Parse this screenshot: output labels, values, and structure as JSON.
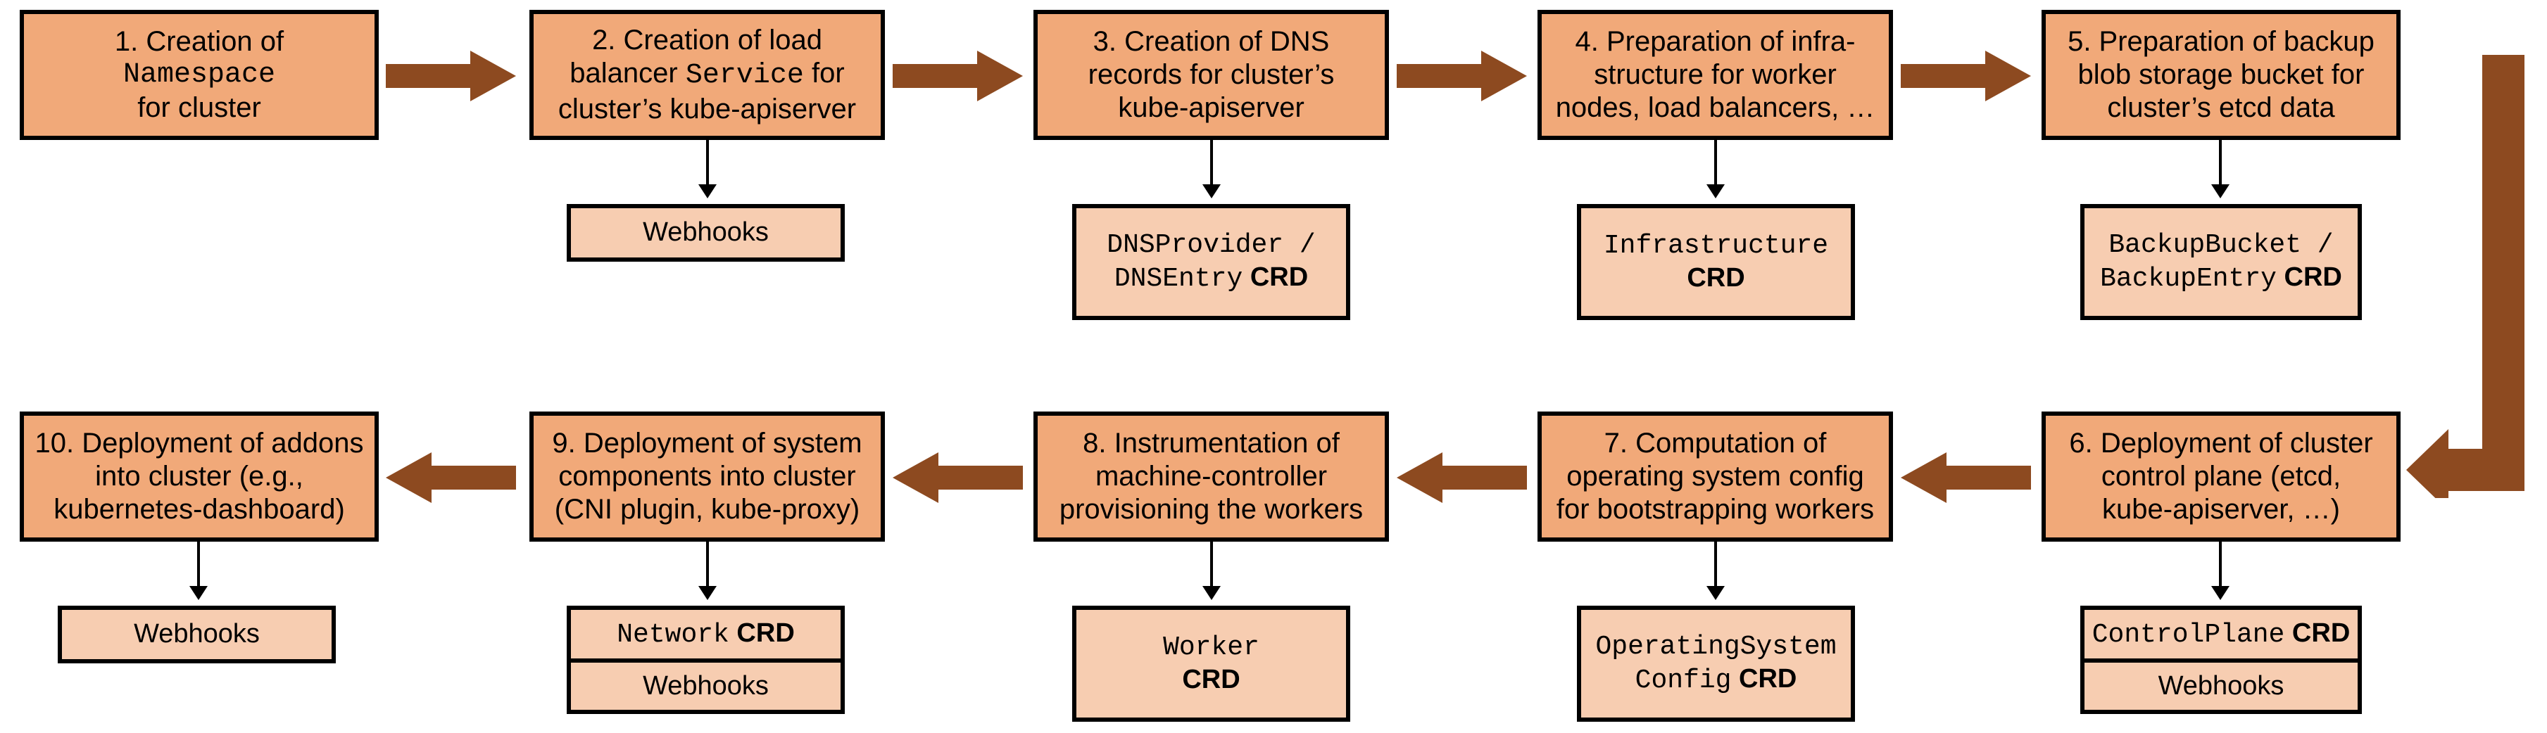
{
  "diagram": {
    "title": "Gardener cluster reconciliation flow",
    "colors": {
      "step_fill": "#F1A979",
      "artifact_fill": "#F7CDB1",
      "arrow": "#8D4A20",
      "outline": "#000000",
      "background": "#FFFFFF"
    },
    "steps": [
      {
        "id": "step-1",
        "number": "1.",
        "lines": [
          {
            "text": "1. Creation of",
            "style": "sans"
          },
          {
            "text": "Namespace",
            "style": "mono"
          },
          {
            "text": "for cluster",
            "style": "sans"
          }
        ],
        "artifacts": []
      },
      {
        "id": "step-2",
        "number": "2.",
        "lines": [
          {
            "text": "2. Creation of load",
            "style": "sans"
          },
          {
            "text": "balancer Service for",
            "style": "mixed"
          },
          {
            "text": "cluster’s kube-apiserver",
            "style": "sans"
          }
        ],
        "artifacts": [
          {
            "cells": [
              {
                "lines": [
                  {
                    "text": "Webhooks",
                    "style": "sans"
                  }
                ]
              }
            ]
          }
        ]
      },
      {
        "id": "step-3",
        "number": "3.",
        "lines": [
          {
            "text": "3. Creation of DNS",
            "style": "sans"
          },
          {
            "text": "records for cluster’s",
            "style": "sans"
          },
          {
            "text": "kube-apiserver",
            "style": "sans"
          }
        ],
        "artifacts": [
          {
            "cells": [
              {
                "lines": [
                  {
                    "text": "DNSProvider /",
                    "style": "mono"
                  },
                  {
                    "text": "DNSEntry CRD",
                    "style": "mono-crd"
                  }
                ]
              }
            ]
          }
        ]
      },
      {
        "id": "step-4",
        "number": "4.",
        "lines": [
          {
            "text": "4. Preparation of infra-",
            "style": "sans"
          },
          {
            "text": "structure for worker",
            "style": "sans"
          },
          {
            "text": "nodes, load balancers, …",
            "style": "sans"
          }
        ],
        "artifacts": [
          {
            "cells": [
              {
                "lines": [
                  {
                    "text": "Infrastructure",
                    "style": "mono"
                  },
                  {
                    "text": "CRD",
                    "style": "bold"
                  }
                ]
              }
            ]
          }
        ]
      },
      {
        "id": "step-5",
        "number": "5.",
        "lines": [
          {
            "text": "5. Preparation of backup",
            "style": "sans"
          },
          {
            "text": "blob storage bucket for",
            "style": "sans"
          },
          {
            "text": "cluster’s etcd data",
            "style": "sans"
          }
        ],
        "artifacts": [
          {
            "cells": [
              {
                "lines": [
                  {
                    "text": "BackupBucket /",
                    "style": "mono"
                  },
                  {
                    "text": "BackupEntry CRD",
                    "style": "mono-crd"
                  }
                ]
              }
            ]
          }
        ]
      },
      {
        "id": "step-6",
        "number": "6.",
        "lines": [
          {
            "text": "6. Deployment of cluster",
            "style": "sans"
          },
          {
            "text": "control plane (etcd,",
            "style": "sans"
          },
          {
            "text": "kube-apiserver, …)",
            "style": "sans"
          }
        ],
        "artifacts": [
          {
            "cells": [
              {
                "lines": [
                  {
                    "text": "ControlPlane CRD",
                    "style": "mono-crd"
                  }
                ]
              },
              {
                "lines": [
                  {
                    "text": "Webhooks",
                    "style": "sans"
                  }
                ]
              }
            ]
          }
        ]
      },
      {
        "id": "step-7",
        "number": "7.",
        "lines": [
          {
            "text": "7. Computation of",
            "style": "sans"
          },
          {
            "text": "operating system config",
            "style": "sans"
          },
          {
            "text": "for bootstrapping workers",
            "style": "sans"
          }
        ],
        "artifacts": [
          {
            "cells": [
              {
                "lines": [
                  {
                    "text": "OperatingSystem",
                    "style": "mono"
                  },
                  {
                    "text": "Config CRD",
                    "style": "mono-crd"
                  }
                ]
              }
            ]
          }
        ]
      },
      {
        "id": "step-8",
        "number": "8.",
        "lines": [
          {
            "text": "8. Instrumentation of",
            "style": "sans"
          },
          {
            "text": "machine-controller",
            "style": "sans"
          },
          {
            "text": "provisioning the workers",
            "style": "sans"
          }
        ],
        "artifacts": [
          {
            "cells": [
              {
                "lines": [
                  {
                    "text": "Worker",
                    "style": "mono"
                  },
                  {
                    "text": "CRD",
                    "style": "bold"
                  }
                ]
              }
            ]
          }
        ]
      },
      {
        "id": "step-9",
        "number": "9.",
        "lines": [
          {
            "text": "9. Deployment of system",
            "style": "sans"
          },
          {
            "text": "components into cluster",
            "style": "sans"
          },
          {
            "text": "(CNI plugin, kube-proxy)",
            "style": "sans"
          }
        ],
        "artifacts": [
          {
            "cells": [
              {
                "lines": [
                  {
                    "text": "Network CRD",
                    "style": "mono-crd"
                  }
                ]
              },
              {
                "lines": [
                  {
                    "text": "Webhooks",
                    "style": "sans"
                  }
                ]
              }
            ]
          }
        ]
      },
      {
        "id": "step-10",
        "number": "10.",
        "lines": [
          {
            "text": "10. Deployment of addons",
            "style": "sans"
          },
          {
            "text": "into cluster (e.g.,",
            "style": "sans"
          },
          {
            "text": "kubernetes-dashboard)",
            "style": "sans"
          }
        ],
        "artifacts": [
          {
            "cells": [
              {
                "lines": [
                  {
                    "text": "Webhooks",
                    "style": "sans"
                  }
                ]
              }
            ]
          }
        ]
      }
    ],
    "flow_arrows": [
      {
        "from": "step-1",
        "to": "step-2",
        "direction": "right"
      },
      {
        "from": "step-2",
        "to": "step-3",
        "direction": "right"
      },
      {
        "from": "step-3",
        "to": "step-4",
        "direction": "right"
      },
      {
        "from": "step-4",
        "to": "step-5",
        "direction": "right"
      },
      {
        "from": "step-5",
        "to": "step-6",
        "direction": "wrap-down-left"
      },
      {
        "from": "step-6",
        "to": "step-7",
        "direction": "left"
      },
      {
        "from": "step-7",
        "to": "step-8",
        "direction": "left"
      },
      {
        "from": "step-8",
        "to": "step-9",
        "direction": "left"
      },
      {
        "from": "step-9",
        "to": "step-10",
        "direction": "left"
      }
    ]
  },
  "labels": {
    "box1_l1": "1. Creation of",
    "box1_l2": "Namespace",
    "box1_l3": "for cluster",
    "box2_l1": "2. Creation of load",
    "box2_l2a": "balancer ",
    "box2_l2b": "Service",
    "box2_l2c": " for",
    "box2_l3": "cluster’s kube-apiserver",
    "box2_a1": "Webhooks",
    "box3_l1": "3. Creation of DNS",
    "box3_l2": "records for cluster’s",
    "box3_l3": "kube-apiserver",
    "box3_a1": "DNSProvider /",
    "box3_a2a": "DNSEntry",
    "box3_a2b": " CRD",
    "box4_l1": "4. Preparation of infra-",
    "box4_l2": "structure for worker",
    "box4_l3": "nodes, load balancers, …",
    "box4_a1": "Infrastructure",
    "box4_a2": "CRD",
    "box5_l1": "5. Preparation of backup",
    "box5_l2": "blob storage bucket for",
    "box5_l3": "cluster’s etcd data",
    "box5_a1": "BackupBucket /",
    "box5_a2a": "BackupEntry",
    "box5_a2b": " CRD",
    "box6_l1": "6. Deployment of cluster",
    "box6_l2": "control plane (etcd,",
    "box6_l3": "kube-apiserver, …)",
    "box6_a1a": "ControlPlane",
    "box6_a1b": " CRD",
    "box6_a2": "Webhooks",
    "box7_l1": "7. Computation of",
    "box7_l2": "operating system config",
    "box7_l3": "for bootstrapping workers",
    "box7_a1": "OperatingSystem",
    "box7_a2a": "Config",
    "box7_a2b": " CRD",
    "box8_l1": "8. Instrumentation of",
    "box8_l2": "machine-controller",
    "box8_l3": "provisioning the workers",
    "box8_a1": "Worker",
    "box8_a2": "CRD",
    "box9_l1": "9. Deployment of system",
    "box9_l2": "components into cluster",
    "box9_l3": "(CNI plugin, kube-proxy)",
    "box9_a1a": "Network",
    "box9_a1b": " CRD",
    "box9_a2": "Webhooks",
    "box10_l1": "10. Deployment of addons",
    "box10_l2": "into cluster (e.g.,",
    "box10_l3": "kubernetes-dashboard)",
    "box10_a1": "Webhooks"
  }
}
